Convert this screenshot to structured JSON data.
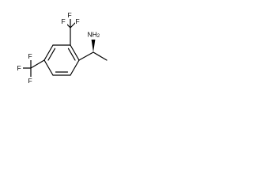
{
  "diagram": {
    "type": "chemical-structure",
    "atom_labels": {
      "f_top_left": "F",
      "f_top_center": "F",
      "f_top_right": "F",
      "f_bottom_top": "F",
      "f_bottom_left": "F",
      "f_bottom_bottom": "F",
      "amine": "NH2"
    },
    "colors": {
      "bond": "#000000",
      "text": "#000000",
      "background": "#ffffff"
    }
  }
}
